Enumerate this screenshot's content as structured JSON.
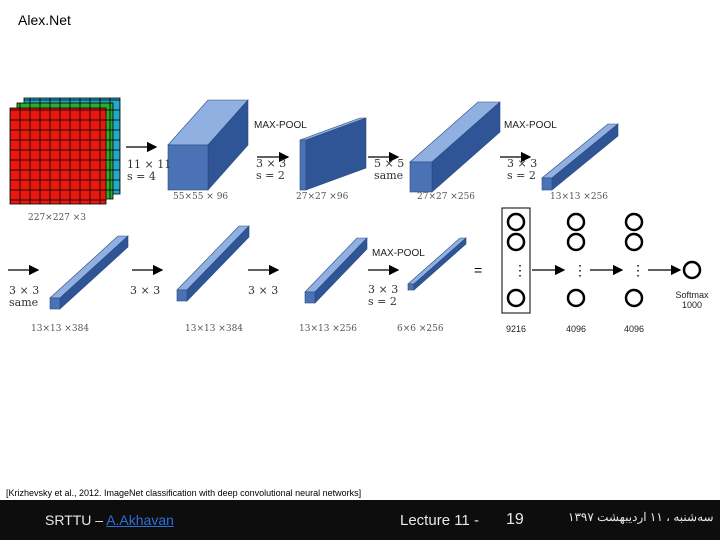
{
  "title": "Alex.Net",
  "labels": {
    "maxpool": "MAX-POOL",
    "equals": "=",
    "ellipsis": "⋮"
  },
  "ops": {
    "conv1": [
      "11 × 11",
      "s = 4"
    ],
    "pool1": [
      "3 × 3",
      "s = 2"
    ],
    "conv2": [
      "5 × 5",
      "same"
    ],
    "pool2": [
      "3 × 3",
      "s = 2"
    ],
    "conv3": [
      "3 × 3",
      "same"
    ],
    "conv4": "3 × 3",
    "conv5": "3 × 3",
    "pool3": [
      "3 × 3",
      "s = 2"
    ]
  },
  "dims": {
    "input": "227×227 ×3",
    "v1": "55×55 × 96",
    "v2": "27×27 ×96",
    "v3": "27×27 ×256",
    "v4": "13×13 ×256",
    "v5": "13×13 ×384",
    "v6": "13×13 ×384",
    "v7": "13×13 ×256",
    "v8": "6×6 ×256"
  },
  "fc": {
    "layer1": "9216",
    "layer2": "4096",
    "layer3": "4096",
    "softmax": "Softmax",
    "softmax_units": "1000"
  },
  "citation": "[Krizhevsky et al., 2012. ImageNet classification with deep convolutional neural networks]",
  "footer": {
    "org": "SRTTU – ",
    "author": "A.Akhavan",
    "lecture": "Lecture 11 -",
    "page": "19",
    "date": "سه‌شنبه ، ۱۱ اردیبهشت ۱۳۹۷"
  },
  "colors": {
    "box_front": "#4a72b5",
    "box_top": "#8fb0e0",
    "box_side": "#2f5597",
    "grid_red": "#e8170f",
    "grid_green": "#2eab2e",
    "grid_cyan": "#22a8c8",
    "footer_bg": "#0d0d0d"
  }
}
